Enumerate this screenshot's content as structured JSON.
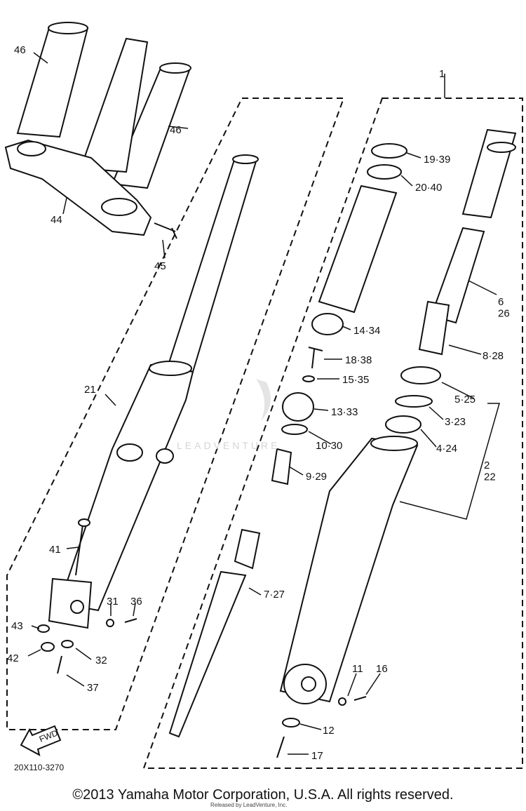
{
  "labels": {
    "p1": "1",
    "p2_22": "2\n22",
    "p3_23": "3·23",
    "p4_24": "4·24",
    "p5_25": "5·25",
    "p6_26": "6\n26",
    "p7_27": "7·27",
    "p8_28": "8·28",
    "p9_29": "9·29",
    "p10_30": "10·30",
    "p11": "11",
    "p12": "12",
    "p13_33": "13·33",
    "p14_34": "14·34",
    "p15_35": "15·35",
    "p16": "16",
    "p17": "17",
    "p18_38": "18·38",
    "p19_39": "19·39",
    "p20_40": "20·40",
    "p21": "21",
    "p31": "31",
    "p32": "32",
    "p36": "36",
    "p37": "37",
    "p41": "41",
    "p42": "42",
    "p43": "43",
    "p44": "44",
    "p45": "45",
    "p46a": "46",
    "p46b": "46"
  },
  "fwd_label": "FWD",
  "diagram_code": "20X110-3270",
  "watermark": "LEADVENTURE",
  "small_print": "Released by LeadVenture, Inc.",
  "footer": "©2013 Yamaha Motor Corporation, U.S.A. All rights reserved."
}
